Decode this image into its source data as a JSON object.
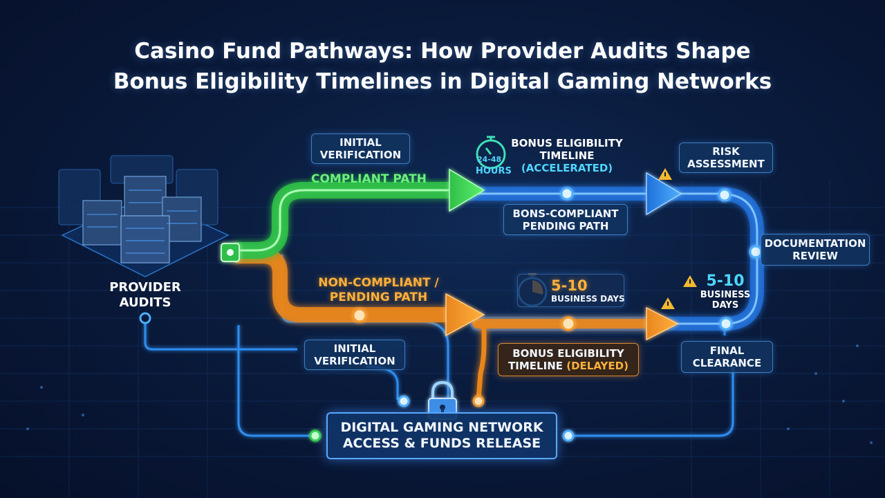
{
  "title": {
    "line1": "Casino Fund Pathways: How Provider Audits Shape",
    "line2": "Bonus Eligibility Timelines in Digital Gaming Networks"
  },
  "source": {
    "line1": "PROVIDER",
    "line2": "AUDITS"
  },
  "paths": {
    "compliant": "COMPLIANT PATH",
    "non_compliant_line1": "NON-COMPLIANT /",
    "non_compliant_line2": "PENDING PATH"
  },
  "boxes": {
    "initial_verification_top": {
      "line1": "INITIAL",
      "line2": "VERIFICATION"
    },
    "initial_verification_bottom": {
      "line1": "INITIAL",
      "line2": "VERIFICATION"
    },
    "non_compliant_pending": {
      "line1": "BONS-COMPLIANT",
      "line2": "PENDING PATH"
    },
    "risk_assessment": {
      "line1": "RISK",
      "line2": "ASSESSMENT"
    },
    "documentation_review": {
      "line1": "DOCUMENTATION",
      "line2": "REVIEW"
    },
    "final_clearance": {
      "line1": "FINAL",
      "line2": "CLEARANCE"
    },
    "bonus_delayed": {
      "line1": "BONUS ELIGIBILITY",
      "line2_prefix": "TIMELINE ",
      "line2_highlight": "(DELAYED)"
    },
    "network_release": {
      "line1": "DIGITAL GAMING NETWORK",
      "line2": "ACCESS & FUNDS RELEASE"
    }
  },
  "timelines": {
    "accelerated": {
      "line1": "BONUS ELIGIBILITY",
      "line2": "TIMELINE",
      "line3": "(ACCELERATED)",
      "timer_label": "24-48",
      "timer_unit": "HOURS"
    },
    "delayed_center": {
      "value": "5-10",
      "unit": "BUSINESS DAYS"
    },
    "delayed_right": {
      "value": "5-10",
      "unit_line1": "BUSINESS",
      "unit_line2": "DAYS"
    }
  },
  "colors": {
    "compliant": "#35d04f",
    "pending": "#f39a2b",
    "network": "#2f8df0",
    "warning": "#f2b82e"
  },
  "icons": [
    "stopwatch-icon",
    "warning-icon",
    "lock-icon",
    "server-icon"
  ]
}
